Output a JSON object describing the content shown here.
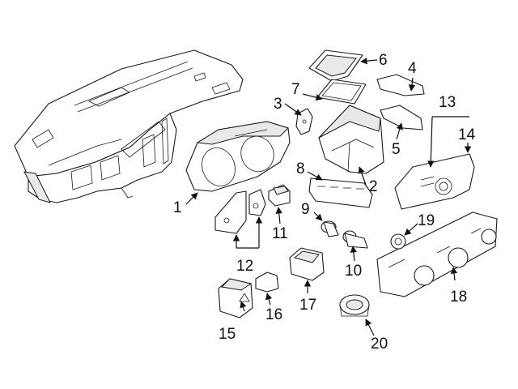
{
  "diagram": {
    "colors": {
      "line": "#1a1a1a",
      "fill": "#ffffff",
      "shade": "#e9e9e9",
      "text": "#111111"
    },
    "callouts": [
      {
        "id": "1",
        "text": "1"
      },
      {
        "id": "2",
        "text": "2"
      },
      {
        "id": "3",
        "text": "3"
      },
      {
        "id": "4",
        "text": "4"
      },
      {
        "id": "5",
        "text": "5"
      },
      {
        "id": "6",
        "text": "6"
      },
      {
        "id": "7",
        "text": "7"
      },
      {
        "id": "8",
        "text": "8"
      },
      {
        "id": "9",
        "text": "9"
      },
      {
        "id": "10",
        "text": "10"
      },
      {
        "id": "11",
        "text": "11"
      },
      {
        "id": "12",
        "text": "12"
      },
      {
        "id": "13",
        "text": "13"
      },
      {
        "id": "14",
        "text": "14"
      },
      {
        "id": "15",
        "text": "15"
      },
      {
        "id": "16",
        "text": "16"
      },
      {
        "id": "17",
        "text": "17"
      },
      {
        "id": "18",
        "text": "18"
      },
      {
        "id": "19",
        "text": "19"
      },
      {
        "id": "20",
        "text": "20"
      }
    ]
  }
}
